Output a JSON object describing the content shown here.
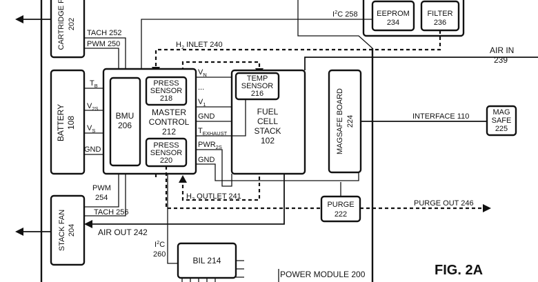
{
  "blocks": {
    "cartridge": {
      "name": "CARTRIDGE P",
      "ref": "202"
    },
    "battery": {
      "name": "BATTERY",
      "ref": "108"
    },
    "stack_fan": {
      "name": "STACK FAN",
      "ref": "204"
    },
    "bmu": {
      "name": "BMU",
      "ref": "206"
    },
    "master_control": {
      "line1": "MASTER",
      "line2": "CONTROL",
      "ref": "212"
    },
    "press_sensor_top": {
      "line1": "PRESS",
      "line2": "SENSOR",
      "ref": "218"
    },
    "press_sensor_bottom": {
      "line1": "PRESS",
      "line2": "SENSOR",
      "ref": "220"
    },
    "temp_sensor": {
      "line1": "TEMP",
      "line2": "SENSOR",
      "ref": "216"
    },
    "fuel_cell_stack": {
      "line1": "FUEL",
      "line2": "CELL",
      "line3": "STACK",
      "ref": "102"
    },
    "magsafe_board": {
      "name": "MAGSAFE BOARD",
      "ref": "224"
    },
    "mag_safe": {
      "line1": "MAG",
      "line2": "SAFE",
      "ref": "225"
    },
    "eeprom": {
      "name": "EEPROM",
      "ref": "234"
    },
    "filter": {
      "name": "FILTER",
      "ref": "236"
    },
    "purge": {
      "name": "PURGE",
      "ref": "222"
    },
    "bil": {
      "name": "BIL 214"
    }
  },
  "labels": {
    "tach_252": "TACH 252",
    "pwm_250": "PWM 250",
    "i2c_258_prefix": "I",
    "i2c_258_sup": "2",
    "i2c_258_rest": "C 258",
    "h2_inlet_prefix": "H",
    "h2_inlet_sub": "2",
    "h2_inlet_rest": " INLET 240",
    "air_in": "AIR IN",
    "air_in_ref": "239",
    "tb": "T",
    "tb_sub": "B",
    "v2s": "V",
    "v2s_sub": "2S",
    "vs": "V",
    "vs_sub": "S",
    "gnd_batt": "GND",
    "vn": "V",
    "vn_sub": "N",
    "dots": "...",
    "v1": "V",
    "v1_sub": "1",
    "gnd_stack1": "GND",
    "texhaust": "T",
    "texhaust_sub": "EXHAUST",
    "pwr2s": "PWR",
    "pwr2s_sub": "2S",
    "gnd_stack2": "GND",
    "interface": "INTERFACE 110",
    "pwm_254": "PWM",
    "pwm_254_ref": "254",
    "tach_256": "TACH 256",
    "h2_outlet_prefix": "H",
    "h2_outlet_sub": "2",
    "h2_outlet_rest": " OUTLET 241",
    "purge_out": "PURGE OUT 246",
    "air_out": "AIR OUT 242",
    "i2c_260_prefix": "I",
    "i2c_260_sup": "2",
    "i2c_260_rest": "C",
    "i2c_260_ref": "260",
    "power_module": "POWER MODULE 200",
    "fig": "FIG. 2A"
  }
}
